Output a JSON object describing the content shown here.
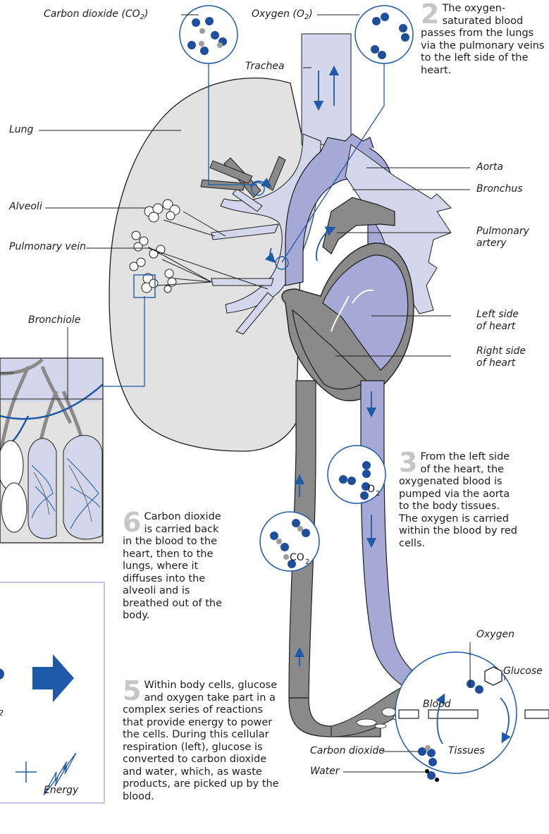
{
  "labels": {
    "carbon_dioxide_top": "Carbon dioxide (CO",
    "carbon_dioxide_top_sub": "2",
    "carbon_dioxide_top_close": ")",
    "oxygen_top": "Oxygen (O",
    "oxygen_top_sub": "2",
    "oxygen_top_close": ")",
    "trachea": "Trachea",
    "lung": "Lung",
    "alveoli": "Alveoli",
    "pulmonary_vein": "Pulmonary vein",
    "bronchiole": "Bronchiole",
    "aorta": "Aorta",
    "bronchus": "Bronchus",
    "pulmonary_artery": "Pulmonary\nartery",
    "left_side_heart": "Left side\nof heart",
    "right_side_heart": "Right side\nof heart",
    "oxygen": "Oxygen",
    "glucose": "Glucose",
    "blood": "Blood",
    "tissues": "Tissues",
    "carbon_dioxide": "Carbon dioxide",
    "water": "Water",
    "energy": "Energy",
    "o2_bubble": "O",
    "o2_bubble_sub": "2",
    "co2_bubble": "CO",
    "co2_bubble_sub": "2",
    "partial_2": "2"
  },
  "steps": [
    {
      "num": "2",
      "text": "The oxygen-saturated blood passes from the lungs via the pulmonary veins to the left side of the heart."
    },
    {
      "num": "3",
      "text": "From the left side of the heart, the oxygenated blood is pumped via the aorta to the body tissues. The oxygen is carried within the blood by red cells."
    },
    {
      "num": "6",
      "text": "Carbon dioxide is carried back in the blood to the heart, then to the lungs, where it diffuses into the alveoli and is breathed out of the body."
    },
    {
      "num": "5",
      "text": "Within body cells, glucose and oxygen take part in a complex series of reactions that provide energy to power the cells. During this cellular respiration (left), glucose is converted to carbon dioxide and water, which, as waste products, are picked up by the blood."
    }
  ],
  "colors": {
    "oxygen_molecule": "#1f4f9c",
    "carbon_molecule": "#9d9d9c",
    "arrow_blue": "#1e5aa8",
    "oxygenated_blood": "#a6a8d6",
    "deoxygenated_blood": "#8a8a8a",
    "lung_fill": "#e2e2e2",
    "airway_fill": "#d4d7ec"
  }
}
